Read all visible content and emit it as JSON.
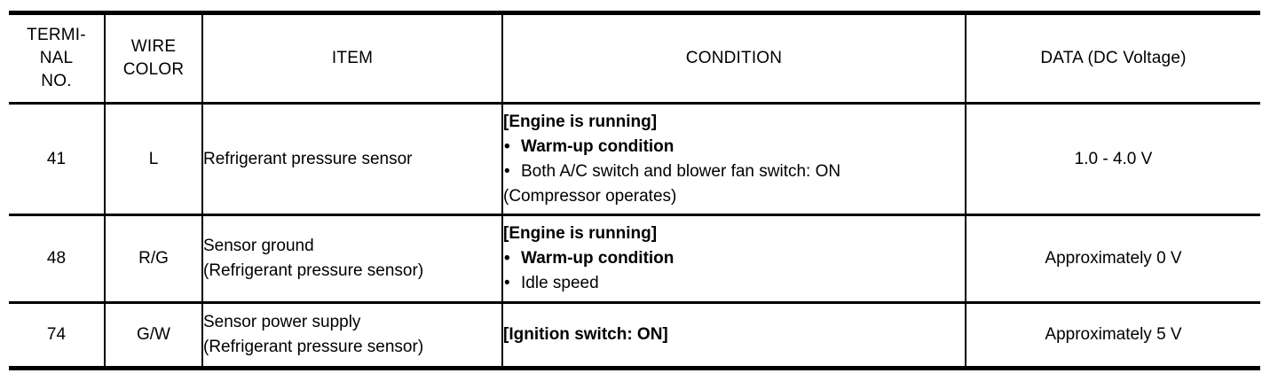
{
  "table": {
    "columns": [
      {
        "key": "terminal",
        "header_lines": [
          "TERMI-",
          "NAL",
          "NO."
        ]
      },
      {
        "key": "wire",
        "header_lines": [
          "WIRE",
          "COLOR"
        ]
      },
      {
        "key": "item",
        "header_lines": [
          "ITEM"
        ]
      },
      {
        "key": "condition",
        "header_lines": [
          "CONDITION"
        ]
      },
      {
        "key": "data",
        "header_lines": [
          "DATA (DC Voltage)"
        ]
      }
    ],
    "rows": [
      {
        "terminal": "41",
        "wire": "L",
        "item_lines": [
          "Refrigerant pressure sensor"
        ],
        "condition_lines": [
          {
            "text": "[Engine is running]",
            "bold": true,
            "bullet": false
          },
          {
            "text": "Warm-up condition",
            "bold": true,
            "bullet": true
          },
          {
            "text": "Both A/C switch and blower fan switch: ON",
            "bold": false,
            "bullet": true
          },
          {
            "text": "(Compressor operates)",
            "bold": false,
            "bullet": false,
            "continuation": true
          }
        ],
        "data": "1.0 - 4.0 V"
      },
      {
        "terminal": "48",
        "wire": "R/G",
        "item_lines": [
          "Sensor ground",
          "(Refrigerant pressure sensor)"
        ],
        "condition_lines": [
          {
            "text": "[Engine is running]",
            "bold": true,
            "bullet": false
          },
          {
            "text": "Warm-up condition",
            "bold": true,
            "bullet": true
          },
          {
            "text": "Idle speed",
            "bold": false,
            "bullet": true
          }
        ],
        "data": "Approximately 0 V"
      },
      {
        "terminal": "74",
        "wire": "G/W",
        "item_lines": [
          "Sensor power supply",
          "(Refrigerant pressure sensor)"
        ],
        "condition_lines": [
          {
            "text": "[Ignition switch: ON]",
            "bold": true,
            "bullet": false
          }
        ],
        "data": "Approximately 5 V"
      }
    ]
  },
  "style": {
    "rule_color": "#000000",
    "text_color": "#000000",
    "background": "#ffffff"
  }
}
